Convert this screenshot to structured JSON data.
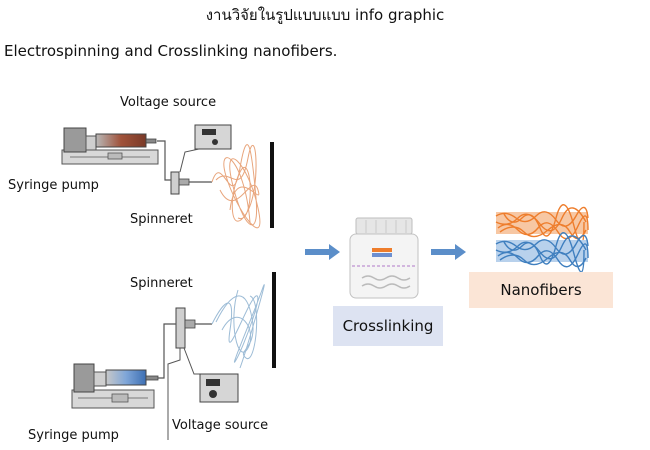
{
  "title": "งานวิจัยในรูปแบบแบบ info graphic",
  "subtitle": "Electrospinning and Crosslinking nanofibers.",
  "setup_top": {
    "voltage_source_label": "Voltage source",
    "syringe_pump_label": "Syringe pump",
    "spinneret_label": "Spinneret",
    "fiber_color": "#e8a57c"
  },
  "setup_bottom": {
    "spinneret_label": "Spinneret",
    "syringe_pump_label": "Syringe pump",
    "voltage_source_label": "Voltage source",
    "fiber_color": "#9dbcd6"
  },
  "crosslinking_label": "Crosslinking",
  "nanofibers_label": "Nanofibers",
  "colors": {
    "arrow": "#5b8ec9",
    "orange_fiber": "#ee7d2c",
    "blue_fiber": "#3f7fbf",
    "crosslinking_bg": "#dde3f2",
    "nanofibers_bg": "#fbe5d6"
  }
}
